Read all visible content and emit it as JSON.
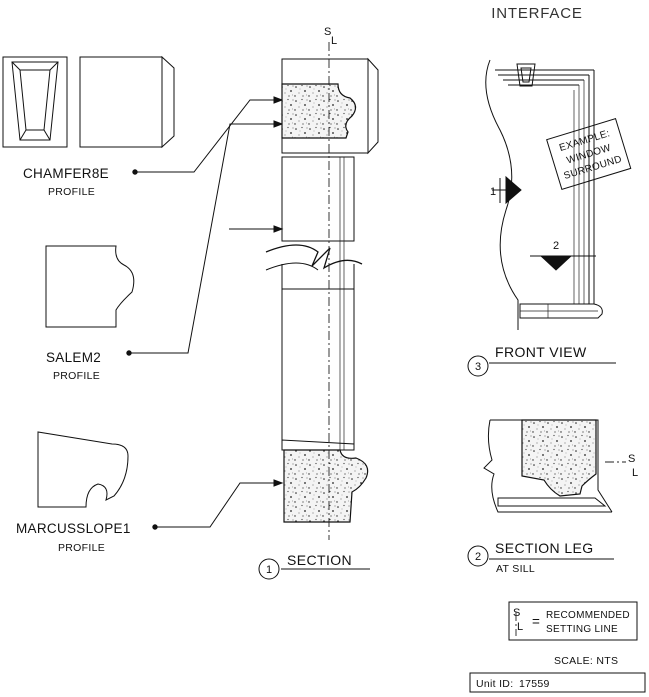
{
  "labels": {
    "interface": "INTERFACE",
    "chamfer_name": "CHAMFER8E",
    "chamfer_sub": "PROFILE",
    "salem_name": "SALEM2",
    "salem_sub": "PROFILE",
    "marcus_name": "MARCUSSLOPE1",
    "marcus_sub": "PROFILE",
    "section_num": "1",
    "section_title": "SECTION",
    "front_num": "3",
    "front_title": "FRONT VIEW",
    "leg_num": "2",
    "leg_title": "SECTION LEG",
    "leg_sub": "AT SILL",
    "example_line1": "EXAMPLE:",
    "example_line2": "WINDOW",
    "example_line3": "SURROUND",
    "marker_1": "1",
    "marker_2": "2",
    "sl_s": "S",
    "sl_l": "L",
    "legend_eq": "=",
    "legend_line1": "RECOMMENDED",
    "legend_line2": "SETTING LINE",
    "scale": "SCALE:  NTS",
    "unit_label": "Unit ID:",
    "unit_id": "17559"
  }
}
